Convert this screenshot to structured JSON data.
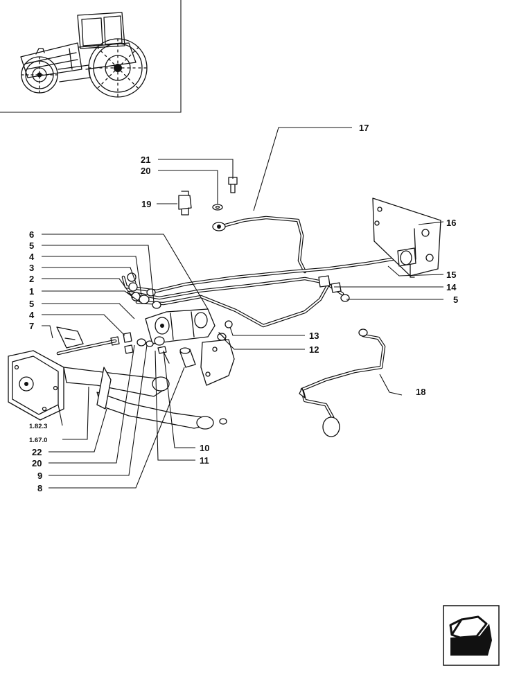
{
  "callouts": {
    "c1": "1",
    "c2": "2",
    "c3": "3",
    "c4a": "4",
    "c4b": "4",
    "c5a": "5",
    "c5b": "5",
    "c5c": "5",
    "c6": "6",
    "c7": "7",
    "c8": "8",
    "c9": "9",
    "c10": "10",
    "c11": "11",
    "c12": "12",
    "c13": "13",
    "c14": "14",
    "c15": "15",
    "c16": "16",
    "c17": "17",
    "c18": "18",
    "c19": "19",
    "c20a": "20",
    "c20b": "20",
    "c21": "21",
    "c22": "22"
  },
  "refs": {
    "r1": "1.82.3",
    "r2": "1.67.0"
  },
  "nav": {
    "icon": "next-page-arrow-icon"
  }
}
